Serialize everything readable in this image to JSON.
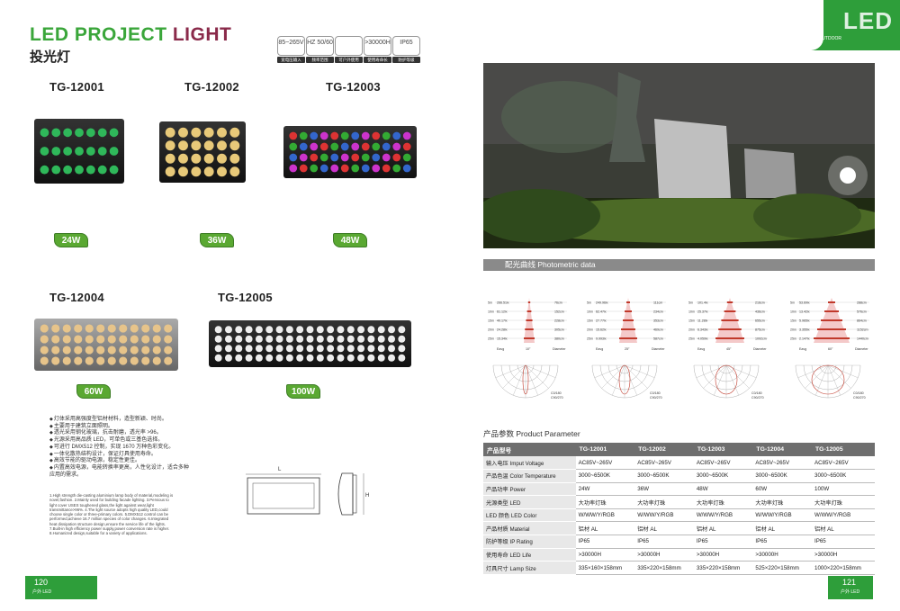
{
  "header": {
    "title_part1": "LED PROJECT ",
    "title_part2": "LIGHT",
    "subtitle": "投光灯",
    "badge_text": "LED",
    "badge_sub": "OUTDOOR"
  },
  "spec_icons": [
    {
      "text": "85~265V",
      "label": "宽电压输入"
    },
    {
      "text": "HZ 50/60",
      "label": "频率范围"
    },
    {
      "text": "",
      "label": "可户外使用"
    },
    {
      "text": ">30000H",
      "label": "使用寿命长"
    },
    {
      "text": "IP65",
      "label": "防护等级"
    }
  ],
  "products": [
    {
      "model": "TG-12001",
      "watt": "24W",
      "color": "#2fb85a"
    },
    {
      "model": "TG-12002",
      "watt": "36W",
      "color": "#e8c979"
    },
    {
      "model": "TG-12003",
      "watt": "48W",
      "color": "#c83a5a"
    },
    {
      "model": "TG-12004",
      "watt": "60W",
      "color": "#e7c48a"
    },
    {
      "model": "TG-12005",
      "watt": "100W",
      "color": "#eeeeee"
    }
  ],
  "features": [
    "灯体采用高强度型铝材材料，造型新颖、时尚。",
    "主要用于建筑立面照明。",
    "透光采用钢化玻璃，抗击耐磨，透光率 >96。",
    "光源采用高品质 LED，可单色或三基色选择。",
    "可进行 DMX512 控制，实现 1670 万种色彩变化。",
    "一体化散热结构设计，保证灯具使用寿命。",
    "高效节能的驱动电源，稳定性更佳。",
    "内置高效电源，电能转换率更高，人性化设计，适合多种应用的需求。"
  ],
  "features_en": "1.High strength die-casting aluminium lamp body of material,modeling is novel,fashion. 2.Mainly used for building facade lighting. 3.Pervious to light cover USES toughened glass,the light against wear,light transmittance>96%. 4.The light source adopts high quality LED,could choose single color or three-primary colors. 5.DMX512 control can be performed,achieve 16.7 million species of color changes. 6.Integrated heat dissipation structure design,ensure the service life of the lights. 7.Built-in high efficiency power supply,power conversion rate is higher. 8.Humanized design,suitable for a variety of applications.",
  "diagram": {
    "label_l": "L",
    "label_h": "H"
  },
  "photometric": {
    "section_title": "配光曲线 Photometric data",
    "charts": [
      {
        "angle": "10°",
        "rows": [
          [
            "5m",
            "266.51lx",
            "76cm"
          ],
          [
            "10m",
            "61.12lx",
            "152cm"
          ],
          [
            "15m",
            "40.17lx",
            "228cm"
          ],
          [
            "20m",
            "24.28lx",
            "305cm"
          ],
          [
            "25m",
            "15.34lx",
            "380cm"
          ]
        ]
      },
      {
        "angle": "25°",
        "rows": [
          [
            "5m",
            "249.96lx",
            "111cm"
          ],
          [
            "10m",
            "62.47lx",
            "234cm"
          ],
          [
            "15m",
            "27.77lx",
            "353cm"
          ],
          [
            "20m",
            "15.62lx",
            "469cm"
          ],
          [
            "25m",
            "9.993lx",
            "587cm"
          ]
        ]
      },
      {
        "angle": "45°",
        "rows": [
          [
            "5m",
            "101.4lx",
            "216cm"
          ],
          [
            "10m",
            "25.37lx",
            "436cm"
          ],
          [
            "15m",
            "11.28lx",
            "655cm"
          ],
          [
            "20m",
            "6.343lx",
            "875cm"
          ],
          [
            "25m",
            "4.059lx",
            "1092cm"
          ]
        ]
      },
      {
        "angle": "60°",
        "rows": [
          [
            "5m",
            "53.69lx",
            "288cm"
          ],
          [
            "10m",
            "13.42lx",
            "576cm"
          ],
          [
            "15m",
            "5.965lx",
            "864cm"
          ],
          [
            "20m",
            "3.355lx",
            "1152cm"
          ],
          [
            "25m",
            "2.147lx",
            "1440cm"
          ]
        ]
      }
    ],
    "axis_e": "Eavg",
    "axis_d": "Diameter",
    "c_labels": [
      "C0/180",
      "C90/270"
    ]
  },
  "params": {
    "title": "产品参数 Product Parameter",
    "headers": [
      "产品型号",
      "TG-12001",
      "TG-12002",
      "TG-12003",
      "TG-12004",
      "TG-12005"
    ],
    "rows": [
      [
        "输入电压 Imput Voltage",
        "AC85V~265V",
        "AC85V~265V",
        "AC85V~265V",
        "AC85V~265V",
        "AC85V~265V"
      ],
      [
        "产品色温 Color Temperature",
        "3000~6500K",
        "3000~6500K",
        "3000~6500K",
        "3000~6500K",
        "3000~6500K"
      ],
      [
        "产品功率 Power",
        "24W",
        "36W",
        "48W",
        "60W",
        "100W"
      ],
      [
        "光源类型 LED",
        "大功率灯珠",
        "大功率灯珠",
        "大功率灯珠",
        "大功率灯珠",
        "大功率灯珠"
      ],
      [
        "LED 颜色 LED Color",
        "W/WW/Y/RGB",
        "W/WW/Y/RGB",
        "W/WW/Y/RGB",
        "W/WW/Y/RGB",
        "W/WW/Y/RGB"
      ],
      [
        "产品材质 Material",
        "铝材 AL",
        "铝材 AL",
        "铝材 AL",
        "铝材 AL",
        "铝材 AL"
      ],
      [
        "防护等级 IP Rating",
        "IP65",
        "IP65",
        "IP65",
        "IP65",
        "IP65"
      ],
      [
        "使用寿命 LED Life",
        ">30000H",
        ">30000H",
        ">30000H",
        ">30000H",
        ">30000H"
      ],
      [
        "灯具尺寸 Lamp Size",
        "335×160×158mm",
        "335×220×158mm",
        "335×220×158mm",
        "525×220×158mm",
        "1000×220×158mm"
      ]
    ]
  },
  "footer": {
    "left_page": "120",
    "right_page": "121",
    "left_sub": "户外 LED",
    "right_sub": "户外 LED"
  }
}
